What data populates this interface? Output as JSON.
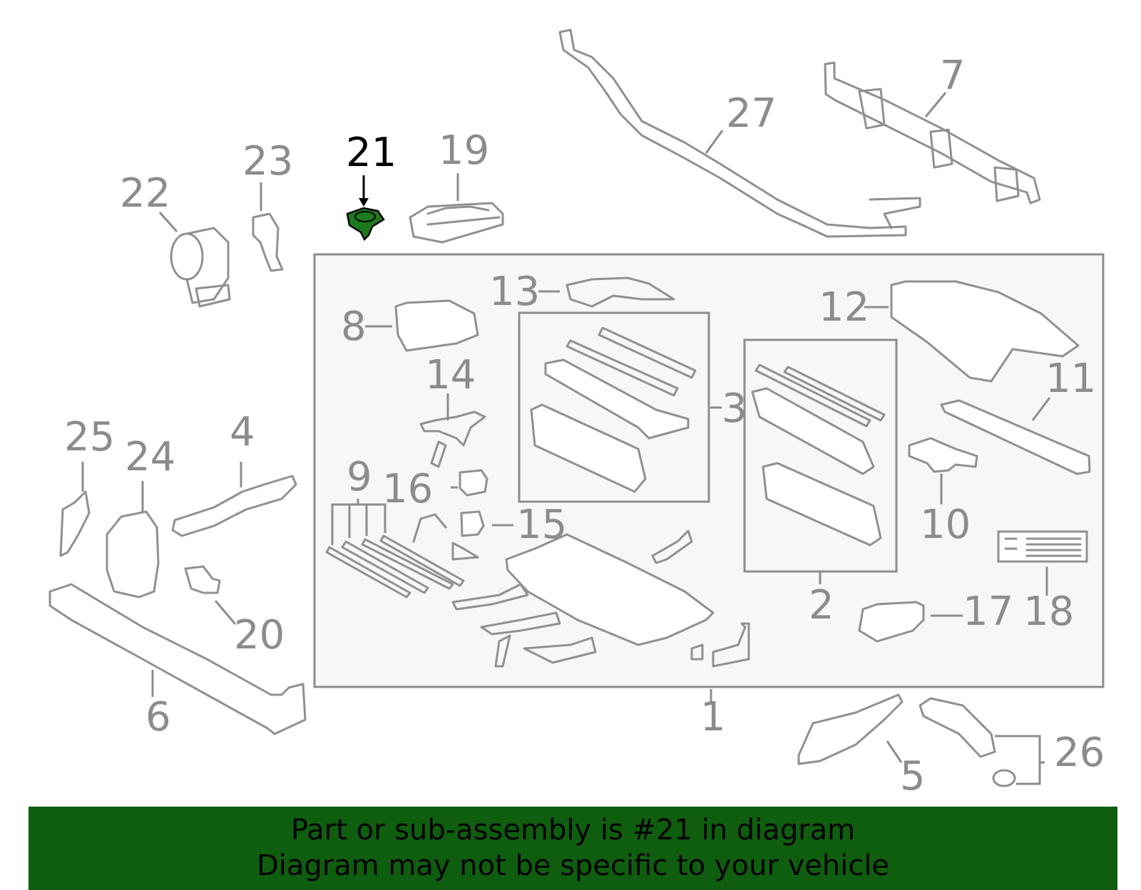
{
  "diagram": {
    "callouts": {
      "c1": "1",
      "c2": "2",
      "c3": "3",
      "c4": "4",
      "c5": "5",
      "c6": "6",
      "c7": "7",
      "c8": "8",
      "c9": "9",
      "c10": "10",
      "c11": "11",
      "c12": "12",
      "c13": "13",
      "c14": "14",
      "c15": "15",
      "c16": "16",
      "c17": "17",
      "c18": "18",
      "c19": "19",
      "c20": "20",
      "c21": "21",
      "c22": "22",
      "c23": "23",
      "c24": "24",
      "c25": "25",
      "c26": "26",
      "c27": "27"
    },
    "highlighted_part": "21",
    "highlight_color": "#1e7a1e",
    "line_color": "#8c8c8c",
    "panel_fill": "#f7f7f7"
  },
  "banner": {
    "line1": "Part or sub-assembly is #21 in diagram",
    "line2": "Diagram may not be specific to your vehicle",
    "background": "#0f5e0f"
  }
}
